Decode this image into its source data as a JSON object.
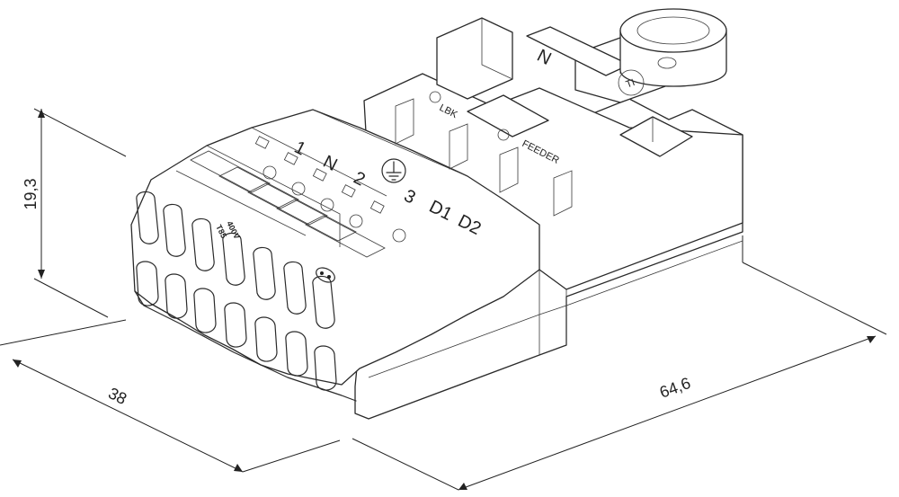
{
  "dimensions": {
    "height": "19,3",
    "depth": "38",
    "length": "64,6"
  },
  "markings": {
    "voltage": "400V",
    "temperature": "T85",
    "terminals": [
      "1",
      "N",
      "2",
      "3",
      "D1",
      "D2"
    ],
    "label_lbk": "LBK",
    "label_feeder": "FEEDER",
    "label_n": "N",
    "label_ti": "TI"
  },
  "icons": [
    "earth-symbol-icon",
    "approval-mark-icon"
  ]
}
